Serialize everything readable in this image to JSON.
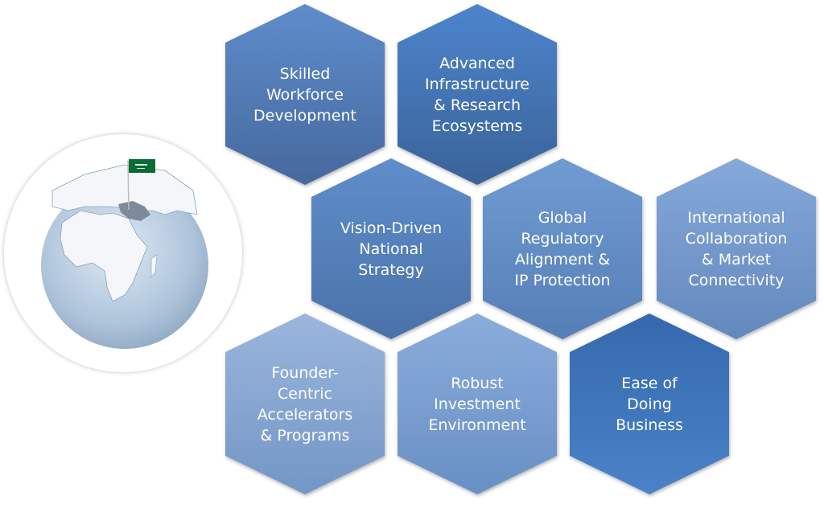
{
  "hexagons": [
    {
      "label": "Skilled\nWorkforce\nDevelopment",
      "color_top": "#5e8ccb",
      "color_bottom": "#46699e"
    },
    {
      "label": "Advanced\nInfrastructure\n& Research\nEcosystems",
      "color_top": "#4d84cc",
      "color_bottom": "#3a6399"
    },
    {
      "label": "Vision-Driven\nNational\nStrategy",
      "color_top": "#5f8dcb",
      "color_bottom": "#4a72a8"
    },
    {
      "label": "Global\nRegulatory\nAlignment &\nIP Protection",
      "color_top": "#709bd3",
      "color_bottom": "#557fb6"
    },
    {
      "label": "International\nCollaboration\n& Market\nConnectivity",
      "color_top": "#85a9da",
      "color_bottom": "#6388bd"
    },
    {
      "label": "Founder-\nCentric\nAccelerators\n& Programs",
      "color_top": "#9bb6dd",
      "color_bottom": "#7396c6"
    },
    {
      "label": "Robust\nInvestment\nEnvironment",
      "color_top": "#8aacdc",
      "color_bottom": "#6890c4"
    },
    {
      "label": "Ease of\nDoing\nBusiness",
      "color_top": "#3569ad",
      "color_bottom": "#4a82c8"
    }
  ],
  "globe": {
    "ocean": "#b7cde3",
    "land": "#f2f4f7",
    "highlight": "#7d8a99",
    "flag": "#0b6b35"
  }
}
